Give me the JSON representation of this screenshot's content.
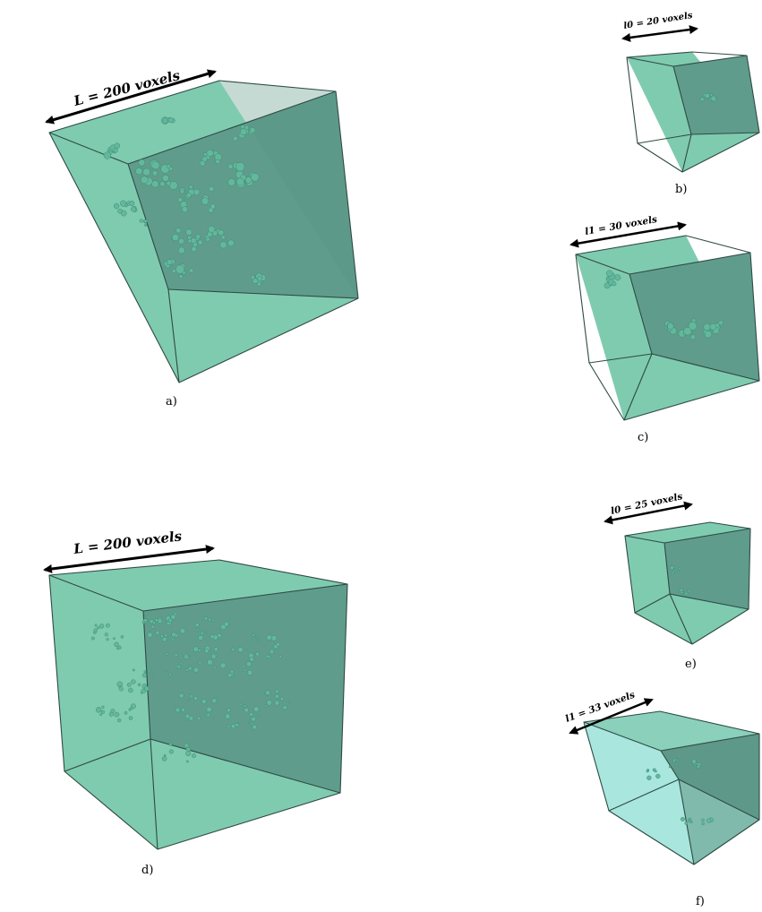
{
  "panels": [
    {
      "id": "a",
      "dimension_label": "L = 200 voxels",
      "caption": "a)"
    },
    {
      "id": "b",
      "dimension_label": "l0 = 20 voxels",
      "caption": "b)"
    },
    {
      "id": "c",
      "dimension_label": "l1 = 30 voxels",
      "caption": "c)"
    },
    {
      "id": "d",
      "dimension_label": "L = 200 voxels",
      "caption": "d)"
    },
    {
      "id": "e",
      "dimension_label": "l0 = 25 voxels",
      "caption": "e)"
    },
    {
      "id": "f",
      "dimension_label": "l1 = 33 voxels",
      "caption": "f)"
    }
  ],
  "colors": {
    "cube_fill": "#7fcbb0",
    "cube_dark": "#5f9c8c",
    "edge": "#2f4a44",
    "pores": "#63b89c"
  }
}
